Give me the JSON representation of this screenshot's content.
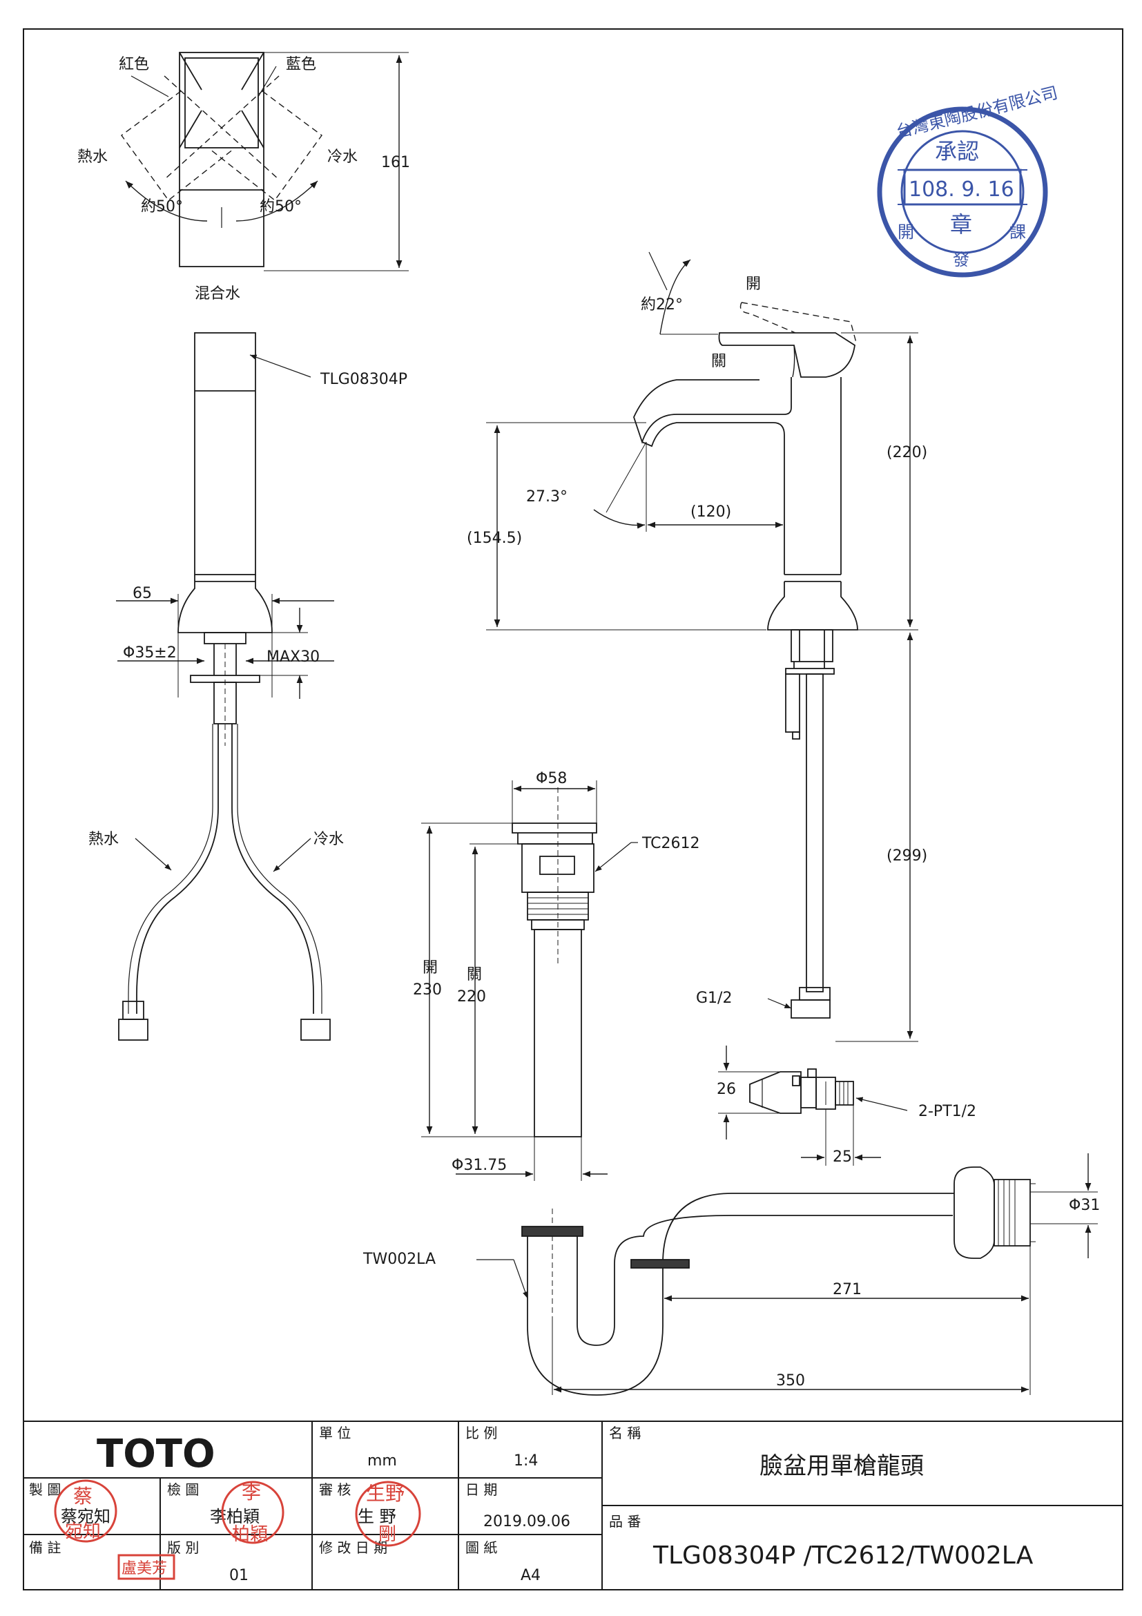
{
  "faucet_top": {
    "red_label": "紅色",
    "blue_label": "藍色",
    "hot_label": "熱水",
    "cold_label": "冷水",
    "angle_left": "約50°",
    "angle_right": "約50°",
    "height_dim": "161",
    "mix_label": "混合水"
  },
  "faucet_front": {
    "model_label": "TLG08304P",
    "width_dim": "65",
    "diameter_dim": "Φ35±2",
    "max_dim": "MAX30",
    "hot_label": "熱水",
    "cold_label": "冷水"
  },
  "faucet_side": {
    "open_label": "開",
    "close_label": "關",
    "handle_angle": "約22°",
    "height_220": "(220)",
    "height_154": "(154.5)",
    "spout_angle": "27.3°",
    "reach_120": "(120)",
    "hose_299": "(299)",
    "thread_label": "G1/2"
  },
  "drain": {
    "top_dim": "Φ58",
    "model_label": "TC2612",
    "open_label": "開",
    "open_dim": "230",
    "close_label": "關",
    "close_dim": "220",
    "bottom_dim": "Φ31.75"
  },
  "valve": {
    "dim_26": "26",
    "dim_25": "25",
    "thread_label": "2-PT1/2"
  },
  "trap": {
    "model_label": "TW002LA",
    "diameter_dim": "Φ31",
    "dim_271": "271",
    "dim_350": "350"
  },
  "stamp": {
    "date": "108. 9. 16",
    "approved": "承認",
    "seal_char": "章",
    "ring_text": "台灣東陶股份有限公司",
    "bottom_left": "開",
    "bottom_right": "課",
    "bottom_mid": "發"
  },
  "title_block": {
    "brand": "TOTO",
    "unit_label": "單 位",
    "unit_value": "mm",
    "scale_label": "比 例",
    "scale_value": "1:4",
    "name_label": "名 稱",
    "name_value": "臉盆用單槍龍頭",
    "drawn_label": "製 圖",
    "drawn_value": "蔡宛知",
    "checked_label": "檢 圖",
    "checked_value": "李柏穎",
    "review_label": "審 核",
    "review_value": "生 野",
    "date_label": "日 期",
    "date_value": "2019.09.06",
    "part_label": "品 番",
    "part_value": "TLG08304P /TC2612/TW002LA",
    "remark_label": "備 註",
    "version_label": "版 別",
    "version_value": "01",
    "revision_label": "修 改 日 期",
    "paper_label": "圖 紙",
    "paper_value": "A4",
    "seal_drawn_top": "蔡",
    "seal_drawn_bottom": "宛知",
    "seal_checked_top": "李",
    "seal_checked_bottom": "柏穎",
    "seal_review_top": "生野",
    "seal_review_bottom": "剛",
    "seal_remark": "盧美芳"
  },
  "colors": {
    "line": "#1a1a1a",
    "stamp_blue": "#3b55a8",
    "stamp_red": "#d8433a"
  }
}
